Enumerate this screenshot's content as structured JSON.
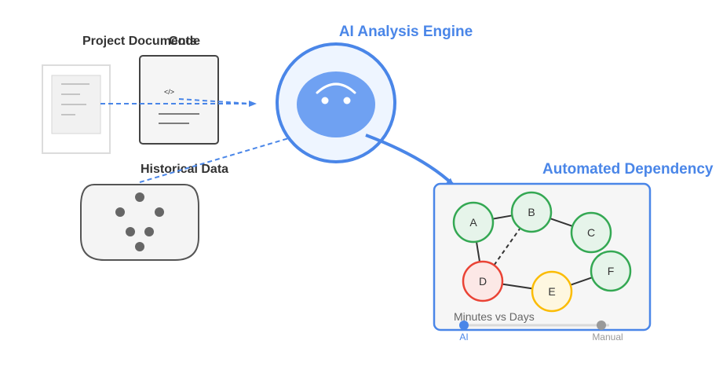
{
  "labels": {
    "project_documents": "Project Documents",
    "code": "Code",
    "code_glyph": "</>",
    "historical_data": "Historical Data",
    "engine_title": "AI Analysis Engine",
    "dependency_title": "Automated Dependency",
    "comparison": "Minutes vs Days",
    "ai": "AI",
    "manual": "Manual"
  },
  "nodes": [
    {
      "id": "A",
      "status": "ok"
    },
    {
      "id": "B",
      "status": "ok"
    },
    {
      "id": "C",
      "status": "ok"
    },
    {
      "id": "D",
      "status": "critical"
    },
    {
      "id": "E",
      "status": "warning"
    },
    {
      "id": "F",
      "status": "ok"
    }
  ],
  "edges": [
    {
      "from": "A",
      "to": "B",
      "style": "solid"
    },
    {
      "from": "B",
      "to": "C",
      "style": "solid"
    },
    {
      "from": "A",
      "to": "D",
      "style": "solid"
    },
    {
      "from": "D",
      "to": "E",
      "style": "solid"
    },
    {
      "from": "E",
      "to": "F",
      "style": "solid"
    },
    {
      "from": "D",
      "to": "B",
      "style": "dashed"
    }
  ],
  "colors": {
    "accent": "#4a86e8",
    "ok_fill": "#e6f4ea",
    "ok_stroke": "#34a853",
    "critical_fill": "#fce8e6",
    "critical_stroke": "#ea4335",
    "warning_fill": "#fef7e0",
    "warning_stroke": "#fbbc04"
  }
}
